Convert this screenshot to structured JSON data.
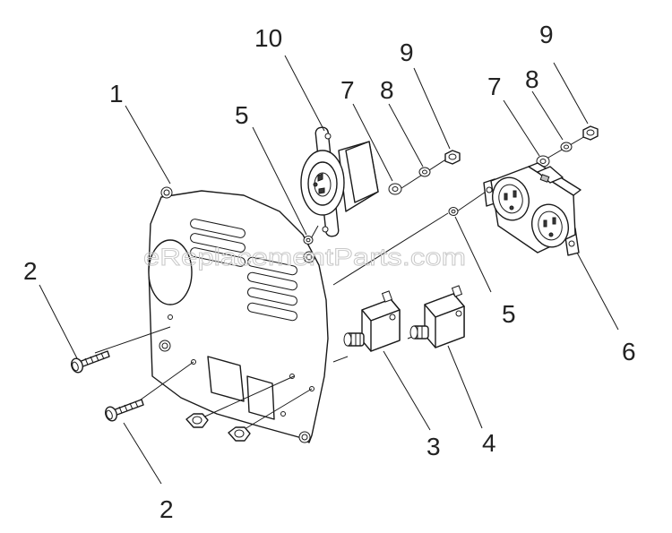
{
  "watermark": "eReplacementParts.com",
  "callouts": {
    "c1": "1",
    "c2a": "2",
    "c2b": "2",
    "c3": "3",
    "c4": "4",
    "c5a": "5",
    "c5b": "5",
    "c6": "6",
    "c7a": "7",
    "c7b": "7",
    "c8a": "8",
    "c8b": "8",
    "c9a": "9",
    "c9b": "9",
    "c10": "10"
  }
}
